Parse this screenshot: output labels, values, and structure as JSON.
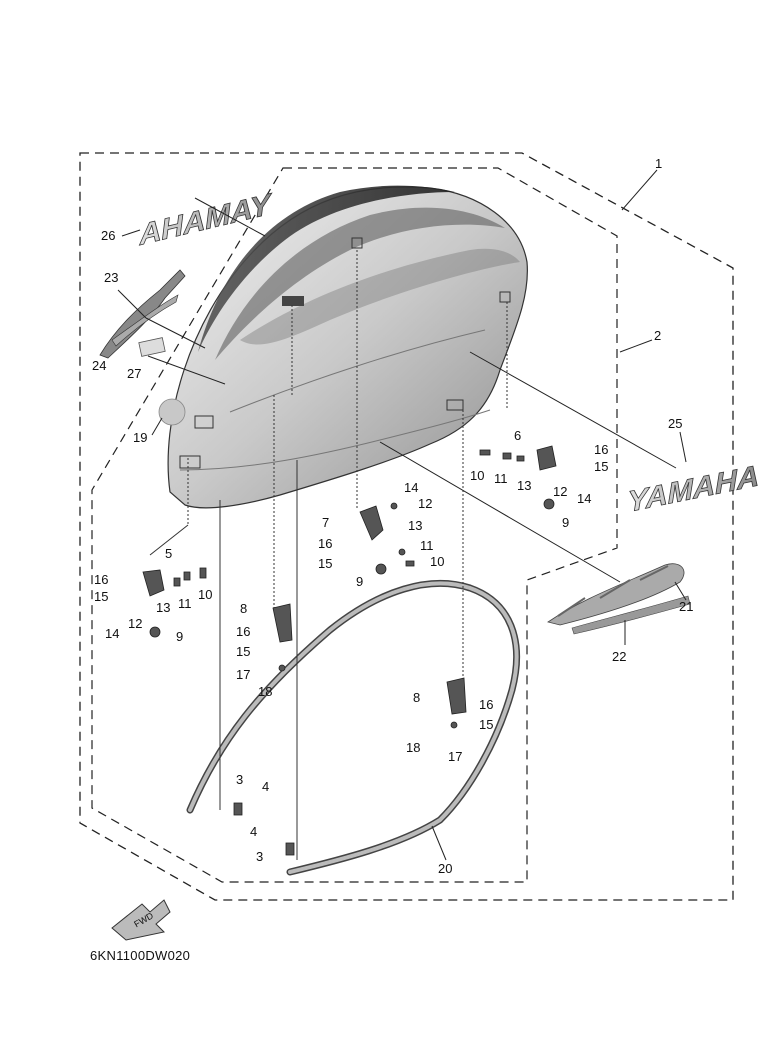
{
  "diagram": {
    "drawing_code": "6KN1100DW020",
    "fwd_label": "FWD",
    "brand_decal_left": "AHAMAY",
    "brand_decal_right": "YAMAHA",
    "callouts": {
      "c1": "1",
      "c2": "2",
      "c3a": "3",
      "c3b": "3",
      "c4a": "4",
      "c4b": "4",
      "c5": "5",
      "c6": "6",
      "c7": "7",
      "c8a": "8",
      "c8b": "8",
      "c9a": "9",
      "c9b": "9",
      "c9c": "9",
      "c10a": "10",
      "c10b": "10",
      "c10c": "10",
      "c11a": "11",
      "c11b": "11",
      "c11c": "11",
      "c12a": "12",
      "c12b": "12",
      "c12c": "12",
      "c13a": "13",
      "c13b": "13",
      "c13c": "13",
      "c14a": "14",
      "c14b": "14",
      "c14c": "14",
      "c15a": "15",
      "c15b": "15",
      "c15c": "15",
      "c15d": "15",
      "c15e": "15",
      "c16a": "16",
      "c16b": "16",
      "c16c": "16",
      "c16d": "16",
      "c16e": "16",
      "c17a": "17",
      "c17b": "17",
      "c18a": "18",
      "c18b": "18",
      "c19": "19",
      "c20": "20",
      "c21": "21",
      "c22": "22",
      "c23": "23",
      "c24": "24",
      "c25": "25",
      "c26": "26",
      "c27": "27"
    }
  }
}
